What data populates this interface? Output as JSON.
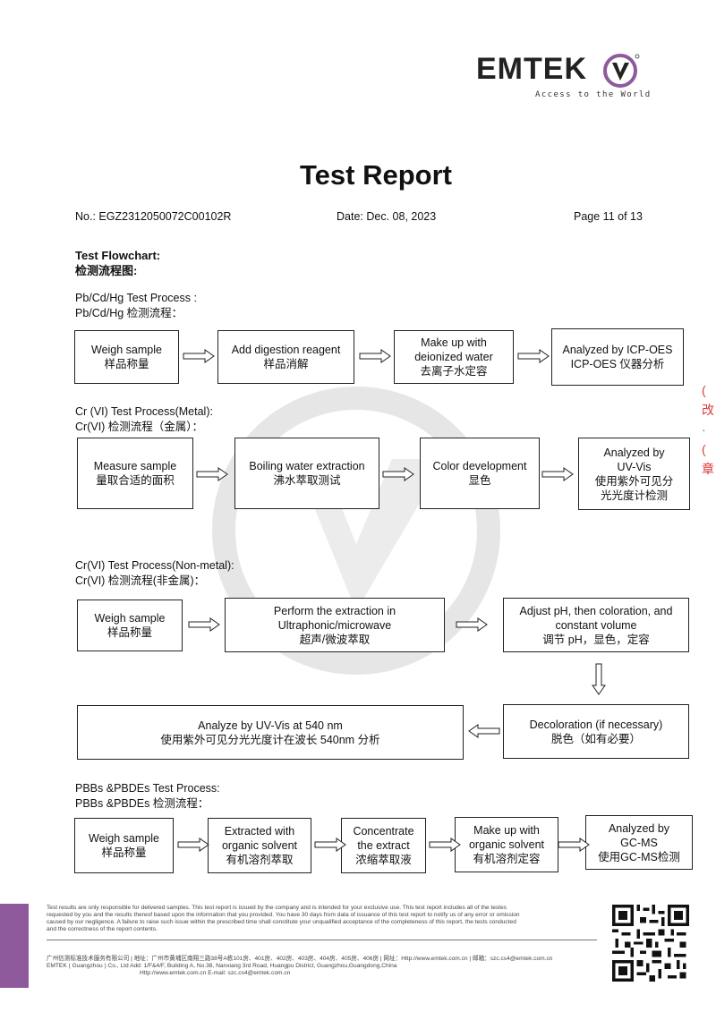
{
  "header": {
    "logo_text": "EMTEK",
    "tagline": "Access to the World",
    "title": "Test Report",
    "report_no_label": "No.:",
    "report_no": "EGZ2312050072C00102R",
    "date_label": "Date:",
    "date": "Dec. 08, 2023",
    "page_label": "Page 11 of",
    "page_total": "13"
  },
  "flowchart": {
    "heading_en": "Test Flowchart:",
    "heading_cn": "检测流程图:"
  },
  "pbcdhg": {
    "title_en": "Pb/Cd/Hg  Test Process :",
    "title_cn": "Pb/Cd/Hg  检测流程：",
    "steps": [
      {
        "en": "Weigh sample",
        "cn": "样品称量"
      },
      {
        "en": "Add digestion reagent",
        "cn": "样品消解"
      },
      {
        "en": "Make up with",
        "en2": "deionized water",
        "cn": "去离子水定容"
      },
      {
        "en": "Analyzed by ICP-OES",
        "cn": "ICP-OES 仪器分析"
      }
    ]
  },
  "crmetal": {
    "title_en": "Cr (VI) Test Process(Metal):",
    "title_cn": "Cr(VI)  检测流程（金属）：",
    "steps": [
      {
        "en": "Measure sample",
        "cn": "量取合适的面积"
      },
      {
        "en": "Boiling water extraction",
        "cn": "沸水萃取测试"
      },
      {
        "en": "Color development",
        "cn": "显色"
      },
      {
        "en": "Analyzed by",
        "en2": "UV-Vis",
        "cn": "使用紫外可见分",
        "cn2": "光光度计检测"
      }
    ]
  },
  "crnonmetal": {
    "title_en": "Cr(VI) Test Process(Non-metal):",
    "title_cn": "Cr(VI)  检测流程(非金属)：",
    "steps": [
      {
        "en": "Weigh sample",
        "cn": "样品称量"
      },
      {
        "en": "Perform  the extraction in",
        "en2": "Ultraphonic/microwave",
        "cn": "超声/微波萃取"
      },
      {
        "en": "Adjust pH, then coloration, and",
        "en2": "constant volume",
        "cn": "调节 pH，显色，定容"
      },
      {
        "en": "Decoloration  (if necessary)",
        "cn": "脱色（如有必要）"
      },
      {
        "en": "Analyze by UV-Vis at 540 nm",
        "cn": "使用紫外可见分光光度计在波长 540nm 分析"
      }
    ]
  },
  "pbbs": {
    "title_en": "PBBs &PBDEs Test Process:",
    "title_cn": "PBBs &PBDEs 检测流程：",
    "steps": [
      {
        "en": "Weigh sample",
        "cn": "样品称量"
      },
      {
        "en": "Extracted with",
        "en2": "organic solvent",
        "cn": "有机溶剂萃取"
      },
      {
        "en": "Concentrate",
        "en2": "the extract",
        "cn": "浓缩萃取液"
      },
      {
        "en": "Make up with",
        "en2": "organic solvent",
        "cn": "有机溶剂定容"
      },
      {
        "en": "Analyzed by",
        "en2": "GC-MS",
        "cn": "使用GC-MS检测"
      }
    ]
  },
  "footer": {
    "disclaimer1": "Test results are only responsible for delivered samples. This test report is issued by the company and is intended for your exclusive use. This test report includes all of the testes",
    "disclaimer2": "requested by you and the results thereof based upon the information that you provided. You have 30 days from data of issuance of this test report to notify us of any error or omission",
    "disclaimer3": "caused by our negligence. A failure to raise such issue within the prescribed time shall constitute your unqualified acceptance of the completeness of this report, the tests conducted",
    "disclaimer4": "and the correctness of the report contents.",
    "addr_cn": "广州信测标准技术服务有限公司  |  地址：广州市黄埔区南翔三路38号A栋101房、401房、402房、403房、404房、405房、406房  |  网址：Http://www.emtek.com.cn  |  邮箱：szc.cs4@emtek.com.cn",
    "addr_en": "EMTEK ( Guangzhou ) Co., Ltd  Add: 1/F&4/F, Building A, No.38, Nanxiang 3rd Road, Huangpu District, Guangzhou,Guangdong,China",
    "web": "Http://www.emtek.com.cn    E-mail: szc.cs4@emtek.com.cn"
  },
  "colors": {
    "accent_purple": "#8e5a9c",
    "watermark": "#e4e4e4",
    "stamp_red": "#d83a3a"
  }
}
